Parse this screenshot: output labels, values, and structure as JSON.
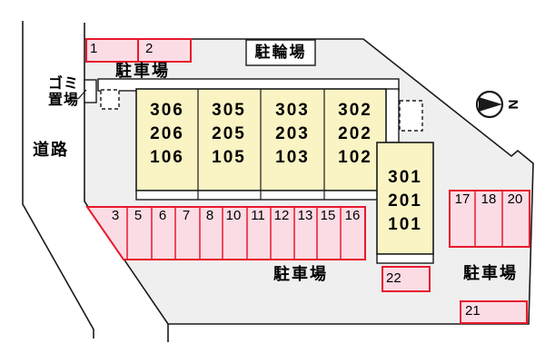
{
  "labels": {
    "road": "道路",
    "garbage_line1": "ゴミ",
    "garbage_line2": "置場",
    "bicycle_parking": "駐輪場",
    "parking_north": "駐車場",
    "parking_south": "駐車場",
    "parking_east": "駐車場",
    "compass_north": "N"
  },
  "building_main": {
    "columns": [
      {
        "floors": [
          "306",
          "206",
          "106"
        ]
      },
      {
        "floors": [
          "305",
          "205",
          "105"
        ]
      },
      {
        "floors": [
          "303",
          "203",
          "103"
        ]
      },
      {
        "floors": [
          "302",
          "202",
          "102"
        ]
      }
    ]
  },
  "building_annex": {
    "floors": [
      "301",
      "201",
      "101"
    ]
  },
  "parking": {
    "north_spaces": [
      "1",
      "2"
    ],
    "south_spaces": [
      "3",
      "5",
      "6",
      "7",
      "8",
      "10",
      "11",
      "12",
      "13",
      "15",
      "16"
    ],
    "east_spaces": [
      "17",
      "18",
      "20"
    ],
    "space_21": "21",
    "space_22": "22"
  },
  "colors": {
    "site_fill": "#efefef",
    "building_fill": "#faf4c4",
    "parking_fill": "#fbdce5",
    "parking_border": "#e8192d",
    "outline": "#1a1a1a"
  }
}
